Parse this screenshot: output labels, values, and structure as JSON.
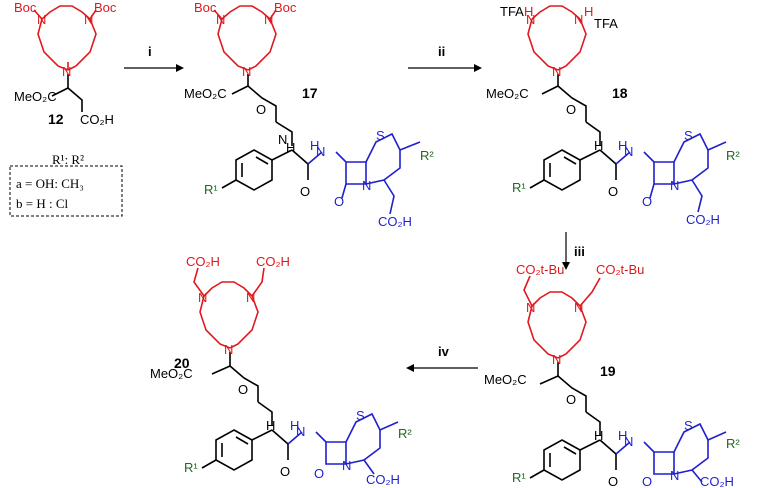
{
  "compounds": {
    "c12": "12",
    "c17": "17",
    "c18": "18",
    "c19": "19",
    "c20": "20"
  },
  "steps": {
    "i": "i",
    "ii": "ii",
    "iii": "iii",
    "iv": "iv"
  },
  "groups": {
    "boc": "Boc",
    "tfa": "TFA",
    "meo2c": "MeO₂C",
    "co2h": "CO₂H",
    "co2tbu": "CO₂t-Bu",
    "n": "N",
    "s": "S",
    "o": "O",
    "h": "H",
    "nh": "H",
    "r1": "R¹",
    "r2": "R²"
  },
  "legend": {
    "header": "R¹: R²",
    "row_a": "a = OH: CH₃",
    "row_b": "b = H   : Cl"
  },
  "colors": {
    "macrocycle": "#e0191e",
    "cephalosporin": "#1f1fd0",
    "substituent": "#1f6b1f",
    "linker": "#000000"
  }
}
